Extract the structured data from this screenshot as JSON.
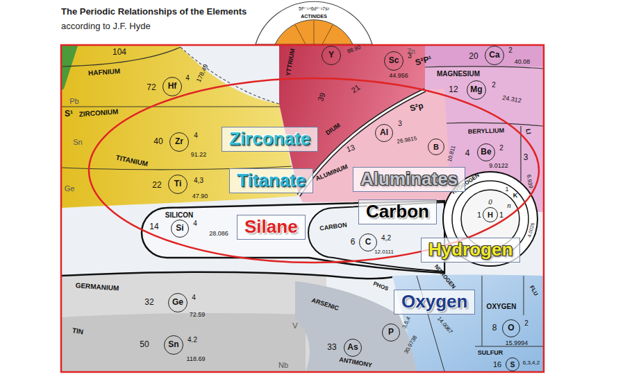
{
  "diagram": {
    "title": "The Periodic Relationships of the Elements",
    "nodes": [
      {
        "text": [
          "Zirconate"
        ]
      },
      {
        "text": [
          "Titanate"
        ]
      },
      {
        "text": [
          "Aluminates"
        ]
      },
      {
        "text": [
          "Silane"
        ]
      },
      {
        "text": [
          "Carbon"
        ]
      },
      {
        "text": [
          "Hydrogen"
        ]
      },
      {
        "text": [
          "Oxygen"
        ]
      }
    ],
    "labels": [
      "according to J.F. Hyde",
      "5f⁰⁻¹⁴6d⁰⁻²7s²",
      "ACTINIDES",
      "104",
      "HAFNIUM",
      "72",
      "Hf",
      "4",
      "178.49",
      "Pb",
      "S¹",
      "ZIRCONIUM",
      "Sn",
      "TITANIUM",
      "40",
      "Zr",
      "4",
      "91.22",
      "22",
      "Ti",
      "4,3",
      "47.90",
      "Ge",
      "Y",
      "88.90",
      "YTTRIUM",
      "39",
      "DIUM",
      "21",
      "Sc",
      "3",
      "44.956",
      "Zn",
      "20",
      "Ca",
      "2",
      "40.08",
      "MAGNESIUM",
      "S²P¹",
      "12",
      "Mg",
      "2",
      "24.312",
      "ALUMINUM",
      "13",
      "Al",
      "3",
      "26.9815",
      "S²p",
      "B",
      "10.811",
      "BERYLLIUM",
      "4",
      "Be",
      "2",
      "9.0122",
      "LI",
      "3",
      "6.939",
      "HYDROGEN",
      "1",
      "H",
      "1",
      "0",
      "n",
      "1",
      "K",
      "4.0026",
      "SILICON",
      "14",
      "Si",
      "4",
      "28.086",
      "CARBON",
      "6",
      "C",
      "4,2",
      "12.0111",
      "GERMANIUM",
      "32",
      "Ge",
      "4",
      "72.59",
      "TIN",
      "50",
      "Sn",
      "4.2",
      "118.69",
      "PHOS",
      "ARSENIC",
      "V",
      "33",
      "As",
      "ANTIMONY",
      "Nb",
      "P",
      "3,5,4",
      "30.9738",
      "NITROGEN",
      "14.0067",
      "FLU",
      "OXYGEN",
      "8",
      "O",
      "2",
      "15.9994",
      "SULFUR",
      "16",
      "S",
      "6,3,4,2"
    ]
  }
}
